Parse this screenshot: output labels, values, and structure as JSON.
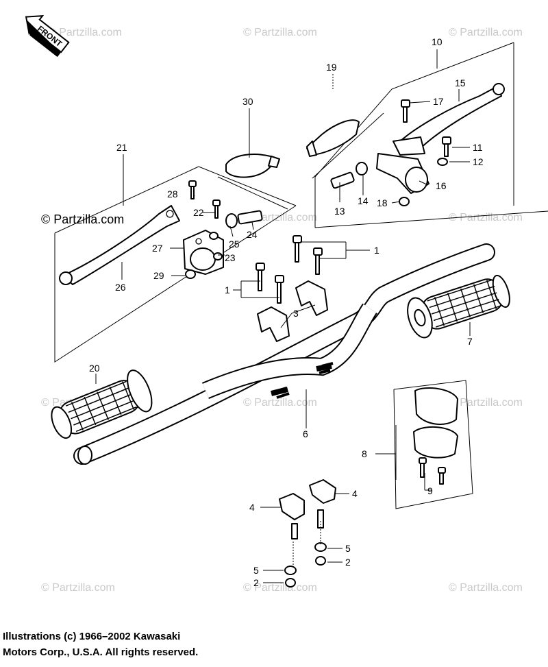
{
  "watermark": "© Partzilla.com",
  "front_arrow_label": "FRONT",
  "part_labels": {
    "p1a": "1",
    "p1b": "1",
    "p2a": "2",
    "p2b": "2",
    "p3": "3",
    "p4a": "4",
    "p4b": "4",
    "p5a": "5",
    "p5b": "5",
    "p6": "6",
    "p7": "7",
    "p8": "8",
    "p9": "9",
    "p10": "10",
    "p11": "11",
    "p12": "12",
    "p13": "13",
    "p14": "14",
    "p15": "15",
    "p16": "16",
    "p17": "17",
    "p18": "18",
    "p19": "19",
    "p20": "20",
    "p21": "21",
    "p22": "22",
    "p23": "23",
    "p24": "24",
    "p25": "25",
    "p26": "26",
    "p27": "27",
    "p28": "28",
    "p29": "29",
    "p30": "30"
  },
  "copyright": {
    "line1": "Illustrations (c) 1966–2002 Kawasaki",
    "line2": "Motors Corp., U.S.A.  All rights reserved."
  }
}
